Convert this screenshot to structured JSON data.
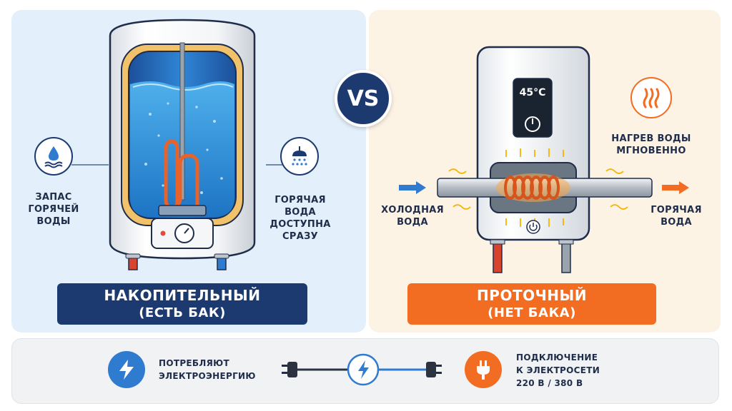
{
  "vs_label": "VS",
  "storage": {
    "banner_title": "НАКОПИТЕЛЬНЫЙ",
    "banner_subtitle": "(ЕСТЬ БАК)",
    "left_feature": [
      "ЗАПАС",
      "ГОРЯЧЕЙ",
      "ВОДЫ"
    ],
    "right_feature": [
      "ГОРЯЧАЯ ВОДА",
      "ДОСТУПНА",
      "СРАЗУ"
    ],
    "left_icon": "water-drop-waves-icon",
    "right_icon": "shower-head-icon"
  },
  "instant": {
    "banner_title": "ПРОТОЧНЫЙ",
    "banner_subtitle": "(НЕТ БАКА)",
    "display_temp": "45°C",
    "heat_feature": [
      "НАГРЕВ ВОДЫ",
      "МГНОВЕННО"
    ],
    "cold_label": [
      "ХОЛОДНАЯ",
      "ВОДА"
    ],
    "hot_label": [
      "ГОРЯЧАЯ",
      "ВОДА"
    ],
    "heat_icon": "heat-waves-icon"
  },
  "bottom": {
    "left_text": [
      "ПОТРЕБЛЯЮТ",
      "ЭЛЕКТРОЭНЕРГИЮ"
    ],
    "right_text": [
      "ПОДКЛЮЧЕНИЕ",
      "К ЭЛЕКТРОСЕТИ",
      "220 В / 380 В"
    ],
    "left_icon": "lightning-icon",
    "center_icon": "power-cord-icon",
    "right_icon": "plug-icon"
  },
  "colors": {
    "navy": "#1c3a70",
    "orange": "#f26d21",
    "blue_accent": "#2f7bd0",
    "left_bg": "#e3f0fb",
    "right_bg": "#fdf3e5"
  }
}
